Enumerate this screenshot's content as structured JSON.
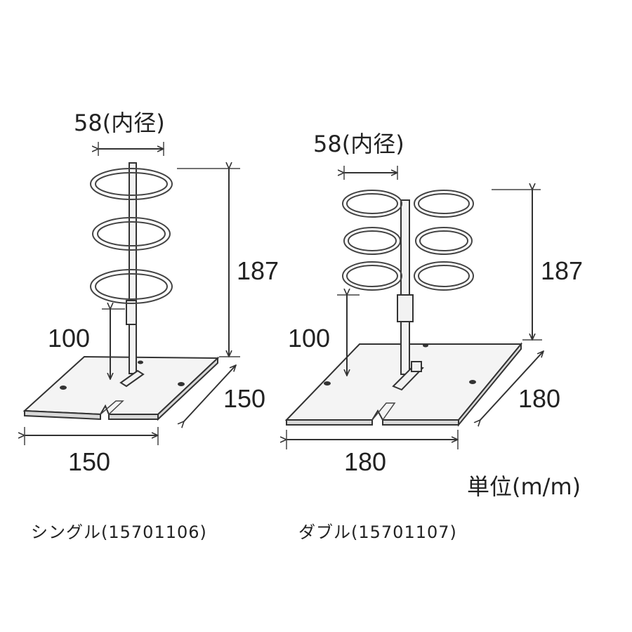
{
  "single": {
    "inner_diameter_label": "58(内径)",
    "height_label": "187",
    "lower_height_label": "100",
    "depth_label": "150",
    "width_label": "150",
    "caption": "シングル(15701106)"
  },
  "double": {
    "inner_diameter_label": "58(内径)",
    "height_label": "187",
    "lower_height_label": "100",
    "depth_label": "180",
    "width_label": "180",
    "caption": "ダブル(15701107)"
  },
  "unit_label": "単位(m/m)"
}
